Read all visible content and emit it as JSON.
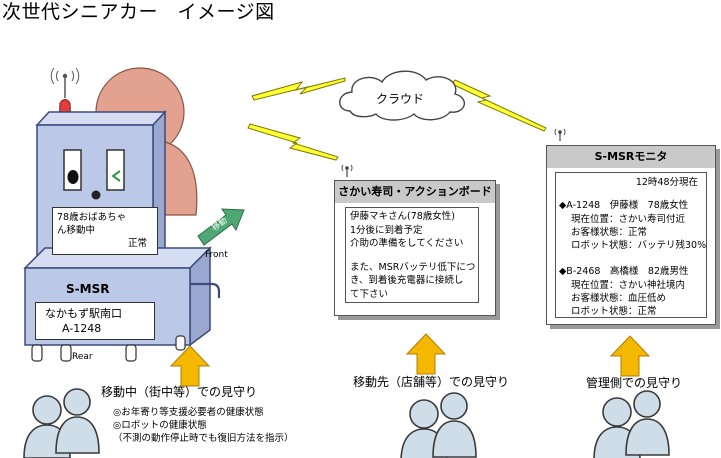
{
  "title": "次世代シニアカー　イメージ図",
  "cloud_label": "クラウド",
  "robot": {
    "screen_lines": [
      "78歳おばあちゃ",
      "ん移動中"
    ],
    "screen_status": "正常",
    "name_plate": "S-MSR",
    "location_lines": [
      "なかもず駅南口",
      "A-1248"
    ],
    "front_label": "Front",
    "rear_label": "Rear",
    "move_arrow_label": "移動"
  },
  "action_board": {
    "header": "さかい寿司・アクションボード",
    "lines": [
      "伊藤マキさん(78歳女性)",
      "1分後に到着予定",
      "介助の準備をしてください",
      "",
      "また、MSRバッテリ低下につ",
      "き、到着後充電器に接続し",
      "て下さい"
    ]
  },
  "monitor": {
    "header": "S-MSRモニタ",
    "time": "12時48分現在",
    "entries": [
      {
        "title": "◆A-1248　伊藤様　78歳女性",
        "lines": [
          "現在位置：さかい寿司付近",
          "お客様状態：正常",
          "ロボット状態：バッテリ残30%"
        ]
      },
      {
        "title": "◆B-2468　高橋様　82歳男性",
        "lines": [
          "現在位置：さかい神社境内",
          "お客様状態：血圧低め",
          "ロボット状態：正常"
        ]
      }
    ]
  },
  "captions": {
    "street": "移動中（街中等）での見守り",
    "street_notes": [
      "◎お年寄り等支援必要者の健康状態",
      "◎ロボットの健康状態",
      "（不測の動作停止時でも復旧方法を指示）"
    ],
    "store": "移動先（店舗等）での見守り",
    "admin": "管理側での見守り"
  },
  "colors": {
    "robot_body": "#bcc8e8",
    "robot_outline": "#3b4a7a",
    "person_skin": "#e3a28f",
    "antenna_red": "#e53c3c",
    "lightning": "#ffff33",
    "arrow_up": "#f5b800",
    "move_arrow": "#4fa874",
    "board_header": "#c9c9c9",
    "people": "#c9dbea"
  },
  "icons": [
    "antenna-icon",
    "lightning-icon",
    "cloud-icon",
    "up-arrow-icon",
    "people-icon",
    "move-arrow-icon",
    "wheel-icon"
  ]
}
